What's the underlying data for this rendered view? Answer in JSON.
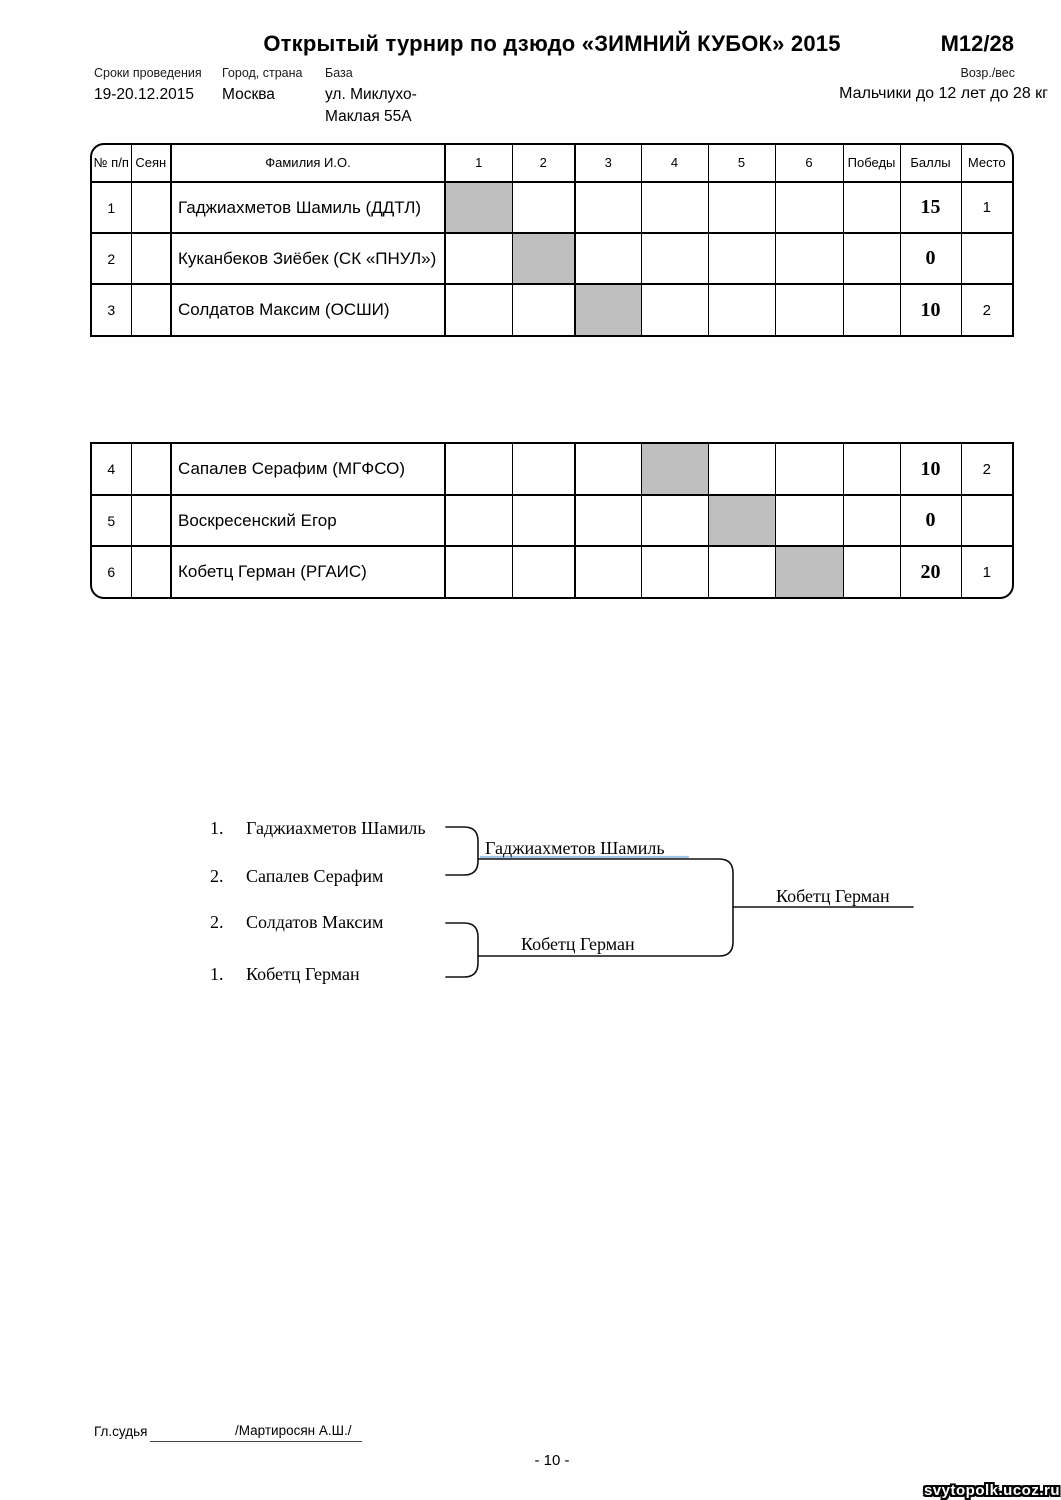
{
  "header": {
    "title": "Открытый турнир по дзюдо «ЗИМНИЙ КУБОК» 2015",
    "code": "М12/28",
    "dates_label": "Сроки проведения",
    "dates": "19-20.12.2015",
    "city_label": "Город, страна",
    "city": "Москва",
    "venue_label": "База",
    "venue_line1": "ул.  Миклухо-",
    "venue_line2": "Маклая 55А",
    "age_weight_label": "Возр./вес",
    "age_weight": "Мальчики до 12 лет до 28 кг"
  },
  "table": {
    "headers": [
      "№ п/п",
      "Сеян",
      "Фамилия И.О.",
      "1",
      "2",
      "3",
      "4",
      "5",
      "6",
      "Победы",
      "Баллы",
      "Место"
    ],
    "rows": [
      {
        "num": "1",
        "seed": "",
        "name": "Гаджиахметов Шамиль (ДДТЛ)",
        "self": 1,
        "wins": "",
        "points": "15",
        "place": "1"
      },
      {
        "num": "2",
        "seed": "",
        "name": "Куканбеков Зиёбек (СК «ПНУЛ»)",
        "self": 2,
        "wins": "",
        "points": "0",
        "place": ""
      },
      {
        "num": "3",
        "seed": "",
        "name": "Солдатов Максим (ОСШИ)",
        "self": 3,
        "wins": "",
        "points": "10",
        "place": "2"
      },
      {
        "num": "4",
        "seed": "",
        "name": "Сапалев Серафим (МГФСО)",
        "self": 4,
        "wins": "",
        "points": "10",
        "place": "2"
      },
      {
        "num": "5",
        "seed": "",
        "name": "Воскресенский Егор",
        "self": 5,
        "wins": "",
        "points": "0",
        "place": ""
      },
      {
        "num": "6",
        "seed": "",
        "name": "Кобетц Герман (РГАИС)",
        "self": 6,
        "wins": "",
        "points": "20",
        "place": "1"
      }
    ]
  },
  "bracket": {
    "entries": [
      {
        "seed": "1.",
        "name": "Гаджиахметов Шамиль"
      },
      {
        "seed": "2.",
        "name": "Сапалев Серафим"
      },
      {
        "seed": "2.",
        "name": "Солдатов Максим"
      },
      {
        "seed": "1.",
        "name": "Кобетц Герман"
      }
    ],
    "semifinal_winners": [
      "Гаджиахметов Шамиль",
      "Кобетц Герман"
    ],
    "final_winner": "Кобетц Герман"
  },
  "footer": {
    "judge_label": "Гл.судья",
    "judge_name": "/Мартиросян А.Ш./",
    "page_number": "- 10 -",
    "watermark": "svytopolk.ucoz.ru"
  },
  "colors": {
    "diagonal_cell": "#bfbfbf",
    "winner_highlight_line": "#9fc5e8",
    "line": "#111111"
  }
}
